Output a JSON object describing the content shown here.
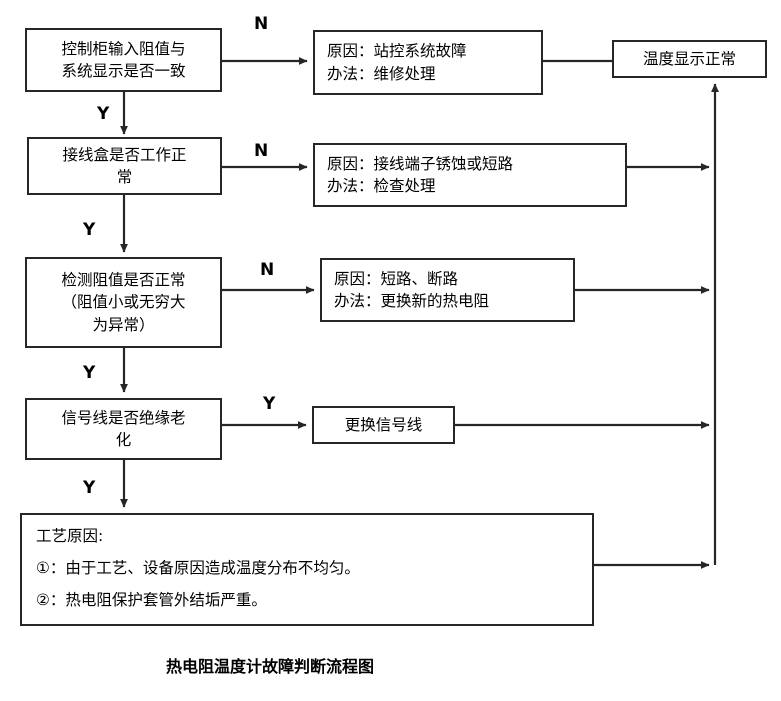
{
  "diagram": {
    "title": "热电阻温度计故障判断流程图",
    "line_color": "#262626",
    "background": "#ffffff",
    "text_color": "#000000",
    "decisions": [
      {
        "id": "d1",
        "lines": [
          "控制柜输入阻值与",
          "系统显示是否一致"
        ],
        "no_label": "N",
        "yes_label": "Y"
      },
      {
        "id": "d2",
        "lines": [
          "接线盒是否工作正",
          "常"
        ],
        "no_label": "N",
        "yes_label": "Y"
      },
      {
        "id": "d3",
        "lines": [
          "检测阻值是否正常",
          "（阻值小或无穷大",
          "为异常）"
        ],
        "no_label": "N",
        "yes_label": "Y"
      },
      {
        "id": "d4",
        "lines": [
          "信号线是否绝缘老",
          "化"
        ],
        "no_label": "Y",
        "yes_label": "Y"
      }
    ],
    "causes": [
      {
        "id": "c1",
        "lines": [
          "原因：站控系统故障",
          "办法：维修处理"
        ]
      },
      {
        "id": "c2",
        "lines": [
          "原因：接线端子锈蚀或短路",
          "办法：检查处理"
        ]
      },
      {
        "id": "c3",
        "lines": [
          "原因：短路、断路",
          "办法：更换新的热电阻"
        ]
      },
      {
        "id": "c4",
        "lines": [
          "更换信号线"
        ]
      }
    ],
    "terminal": {
      "id": "t1",
      "label": "温度显示正常"
    },
    "process_box": {
      "id": "p1",
      "lines": [
        "工艺原因:",
        "①：由于工艺、设备原因造成温度分布不均匀。",
        "②：热电阻保护套管外结垢严重。"
      ]
    }
  }
}
